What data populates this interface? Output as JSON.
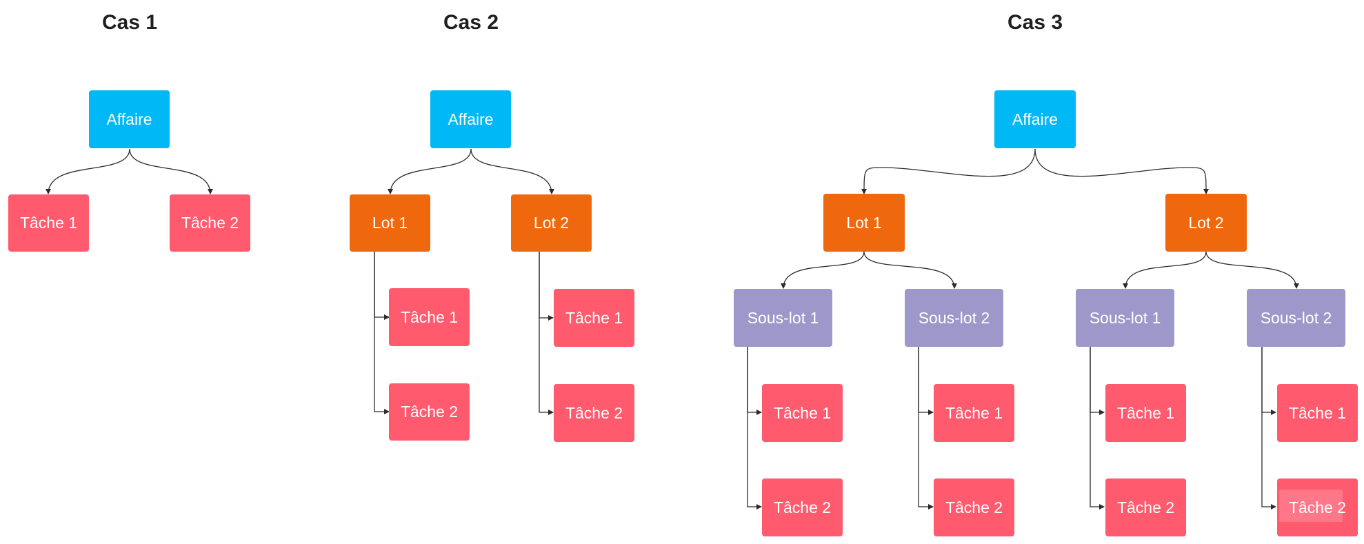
{
  "titles": {
    "cas1": "Cas 1",
    "cas2": "Cas 2",
    "cas3": "Cas 3"
  },
  "labels": {
    "affaire": "Affaire",
    "lot1": "Lot 1",
    "lot2": "Lot 2",
    "souslot1": "Sous-lot 1",
    "souslot2": "Sous-lot 2",
    "tache1": "Tâche 1",
    "tache2": "Tâche 2"
  },
  "colors": {
    "affaire": "#00b8f5",
    "lot": "#f0680d",
    "souslot": "#9d98c9",
    "tache": "#ff5a6e",
    "connector": "#2b2b2b",
    "title": "#1f1f1f"
  },
  "cases": [
    {
      "title": "Cas 1",
      "root": "Affaire",
      "children": [
        "Tâche 1",
        "Tâche 2"
      ]
    },
    {
      "title": "Cas 2",
      "root": "Affaire",
      "children": [
        {
          "label": "Lot 1",
          "children": [
            "Tâche 1",
            "Tâche 2"
          ]
        },
        {
          "label": "Lot 2",
          "children": [
            "Tâche 1",
            "Tâche 2"
          ]
        }
      ]
    },
    {
      "title": "Cas 3",
      "root": "Affaire",
      "children": [
        {
          "label": "Lot 1",
          "children": [
            {
              "label": "Sous-lot 1",
              "children": [
                "Tâche 1",
                "Tâche 2"
              ]
            },
            {
              "label": "Sous-lot 2",
              "children": [
                "Tâche 1",
                "Tâche 2"
              ]
            }
          ]
        },
        {
          "label": "Lot 2",
          "children": [
            {
              "label": "Sous-lot 1",
              "children": [
                "Tâche 1",
                "Tâche 2"
              ]
            },
            {
              "label": "Sous-lot 2",
              "children": [
                "Tâche 1",
                "Tâche 2"
              ]
            }
          ]
        }
      ]
    }
  ]
}
